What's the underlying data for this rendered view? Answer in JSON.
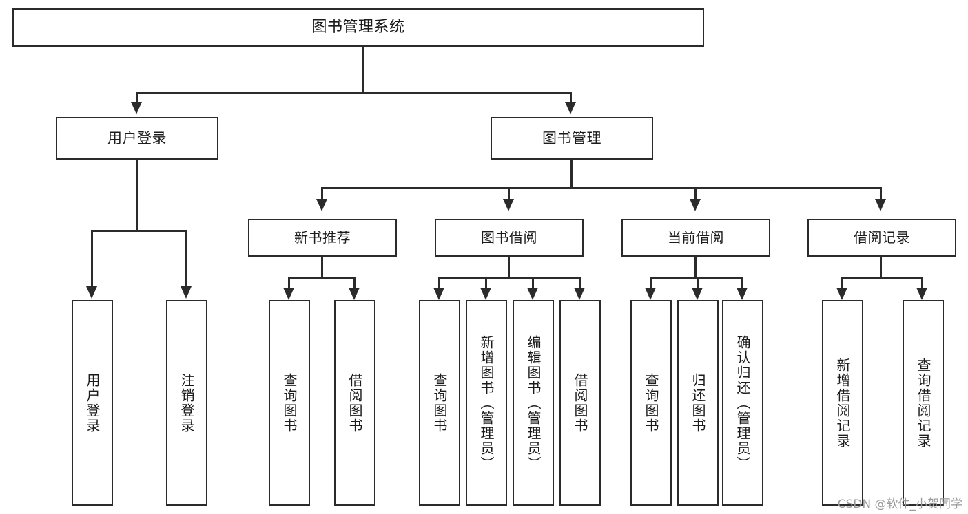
{
  "diagram": {
    "title": "图书管理系统",
    "type": "tree-hierarchy",
    "root": {
      "label": "图书管理系统"
    },
    "level2": [
      {
        "label": "用户登录"
      },
      {
        "label": "图书管理"
      }
    ],
    "level3": [
      {
        "label": "新书推荐"
      },
      {
        "label": "图书借阅"
      },
      {
        "label": "当前借阅"
      },
      {
        "label": "借阅记录"
      }
    ],
    "leaves": {
      "user_login": [
        {
          "label": "用户登录"
        },
        {
          "label": "注销登录"
        }
      ],
      "new_book_recommend": [
        {
          "label": "查询图书"
        },
        {
          "label": "借阅图书"
        }
      ],
      "book_borrow": [
        {
          "label": "查询图书"
        },
        {
          "label": "新增图书（管理员）"
        },
        {
          "label": "编辑图书（管理员）"
        },
        {
          "label": "借阅图书"
        }
      ],
      "current_borrow": [
        {
          "label": "查询图书"
        },
        {
          "label": "归还图书"
        },
        {
          "label": "确认归还（管理员）"
        }
      ],
      "borrow_record": [
        {
          "label": "新增借阅记录"
        },
        {
          "label": "查询借阅记录"
        }
      ]
    }
  },
  "watermark": {
    "text": "CSDN @软件_小贺同学"
  },
  "colors": {
    "border": "#2b2b2b",
    "text": "#1c1c1c",
    "background": "#ffffff",
    "watermark": "#9a9a9a"
  }
}
